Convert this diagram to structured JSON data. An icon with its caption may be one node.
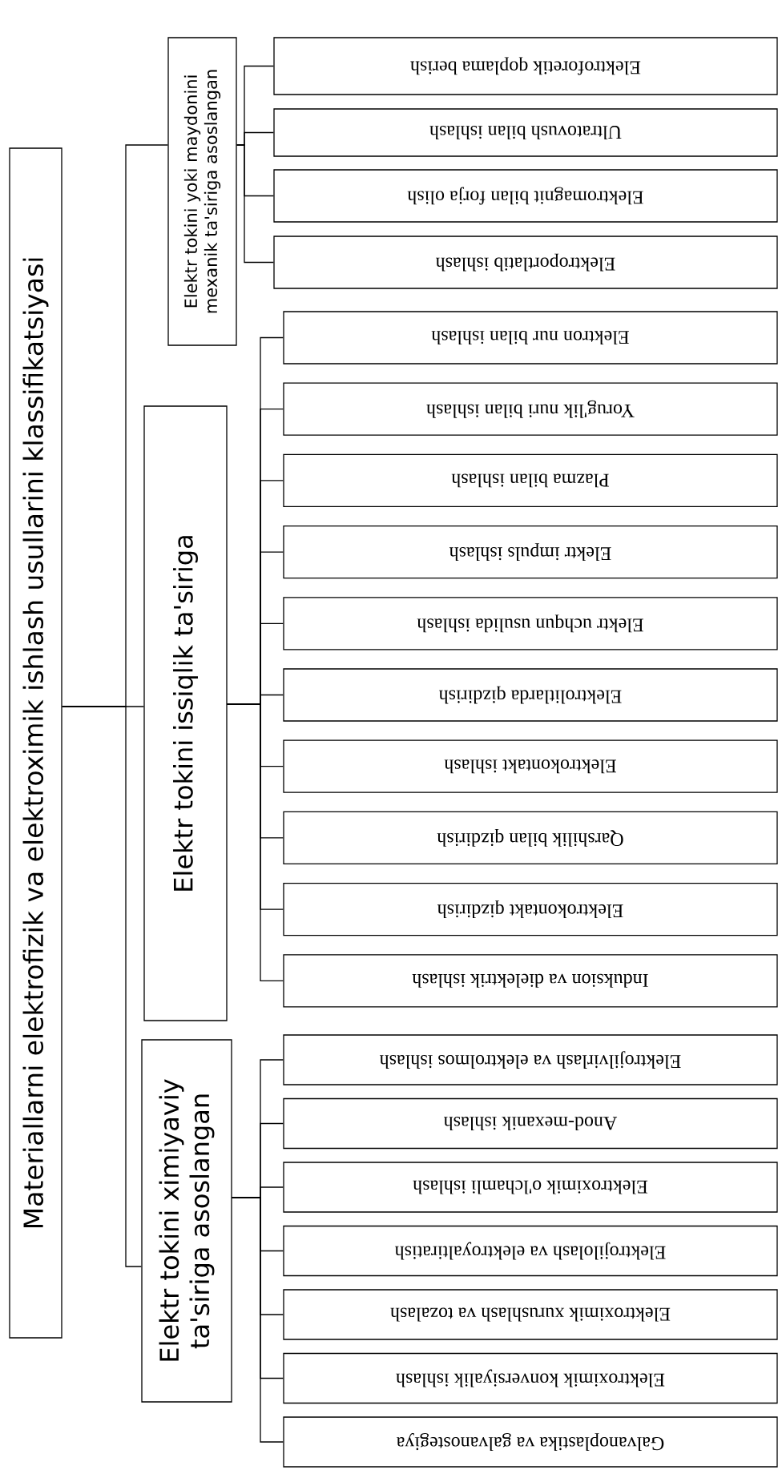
{
  "diagram": {
    "nodes": [
      {
        "text": [
          "Materiallarni elektrofizik va elektroximik ishlash usullarini klassifikatsiyasi"
        ]
      },
      {
        "text": [
          "Elektr tokini yoki maydonini mexanik ta'siriga asoslangan"
        ]
      },
      {
        "text": [
          "Elektroforetik qoplama berish"
        ]
      },
      {
        "text": [
          "Ultratovush bilan ishlash"
        ]
      },
      {
        "text": [
          "Elektromagnit bilan forja olish"
        ]
      },
      {
        "text": [
          "Elektroportlatib ishlash"
        ]
      },
      {
        "text": [
          "Elektr tokini issiqlik ta'siriga"
        ]
      },
      {
        "text": [
          "Elektron nur bilan ishlash"
        ]
      },
      {
        "text": [
          "Yorug'lik nuri bilan ishlash"
        ]
      },
      {
        "text": [
          "Plazma bilan ishlash"
        ]
      },
      {
        "text": [
          "Elektr impuls ishlash"
        ]
      },
      {
        "text": [
          "Elektr uchqun usulida ishlash"
        ]
      },
      {
        "text": [
          "Elektrolitlarda qizdirish"
        ]
      },
      {
        "text": [
          "Elektrokontakt ishlash"
        ]
      },
      {
        "text": [
          "Qarshilik bilan qizdirish"
        ]
      },
      {
        "text": [
          "Elektrokontakt qizdirish"
        ]
      },
      {
        "text": [
          "Induksion va dielektrik ishlash"
        ]
      },
      {
        "text": [
          "Elektr tokini ximiyaviy ta'siriga asoslangan"
        ]
      },
      {
        "text": [
          "Elektrojilvirlash va elektrolmos ishlash"
        ]
      },
      {
        "text": [
          "Anod-mexanik ishlash"
        ]
      },
      {
        "text": [
          "Elektroximik o'lchamli ishlash"
        ]
      },
      {
        "text": [
          "Elektrojilolash va elektroyaltiratish"
        ]
      },
      {
        "text": [
          "Elektroximik xurushlash va tozalash"
        ]
      },
      {
        "text": [
          "Elektroximik konversiyalik ishlash"
        ]
      },
      {
        "text": [
          "Galvanoplastika va galvanostegiya"
        ]
      }
    ],
    "edges": [
      {
        "from": 0,
        "to": 1,
        "arrow": "none"
      },
      {
        "from": 0,
        "to": 6,
        "arrow": "none"
      },
      {
        "from": 0,
        "to": 17,
        "arrow": "none"
      },
      {
        "from": 1,
        "to": 2,
        "arrow": "none"
      },
      {
        "from": 1,
        "to": 3,
        "arrow": "none"
      },
      {
        "from": 1,
        "to": 4,
        "arrow": "none"
      },
      {
        "from": 1,
        "to": 5,
        "arrow": "none"
      },
      {
        "from": 6,
        "to": 7,
        "arrow": "none"
      },
      {
        "from": 6,
        "to": 8,
        "arrow": "none"
      },
      {
        "from": 6,
        "to": 9,
        "arrow": "none"
      },
      {
        "from": 6,
        "to": 10,
        "arrow": "none"
      },
      {
        "from": 6,
        "to": 11,
        "arrow": "none"
      },
      {
        "from": 6,
        "to": 12,
        "arrow": "none"
      },
      {
        "from": 6,
        "to": 13,
        "arrow": "none"
      },
      {
        "from": 6,
        "to": 14,
        "arrow": "none"
      },
      {
        "from": 6,
        "to": 15,
        "arrow": "none"
      },
      {
        "from": 6,
        "to": 16,
        "arrow": "none"
      },
      {
        "from": 17,
        "to": 18,
        "arrow": "none"
      },
      {
        "from": 17,
        "to": 19,
        "arrow": "none"
      },
      {
        "from": 17,
        "to": 20,
        "arrow": "none"
      },
      {
        "from": 17,
        "to": 21,
        "arrow": "none"
      },
      {
        "from": 17,
        "to": 22,
        "arrow": "none"
      },
      {
        "from": 17,
        "to": 23,
        "arrow": "none"
      },
      {
        "from": 17,
        "to": 24,
        "arrow": "none"
      }
    ]
  }
}
